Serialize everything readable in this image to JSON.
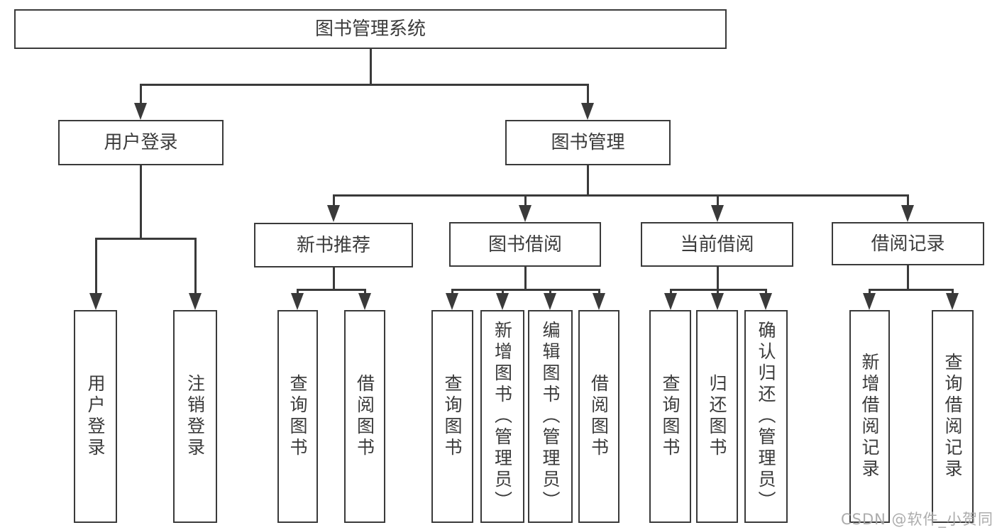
{
  "colors": {
    "line": "#3a3a3a",
    "text": "#3b3b3b",
    "background": "#ffffff",
    "watermark": "#a6a6a6"
  },
  "tree": {
    "root": {
      "label": "图书管理系统"
    },
    "children": [
      {
        "label": "用户登录",
        "children": [
          {
            "label": "用户登录"
          },
          {
            "label": "注销登录"
          }
        ]
      },
      {
        "label": "图书管理",
        "children": [
          {
            "label": "新书推荐",
            "children": [
              {
                "label": "查询图书"
              },
              {
                "label": "借阅图书"
              }
            ]
          },
          {
            "label": "图书借阅",
            "children": [
              {
                "label": "查询图书"
              },
              {
                "label": "新增图书（管理员）"
              },
              {
                "label": "编辑图书（管理员）"
              },
              {
                "label": "借阅图书"
              }
            ]
          },
          {
            "label": "当前借阅",
            "children": [
              {
                "label": "查询图书"
              },
              {
                "label": "归还图书"
              },
              {
                "label": "确认归还（管理员）"
              }
            ]
          },
          {
            "label": "借阅记录",
            "children": [
              {
                "label": "新增借阅记录"
              },
              {
                "label": "查询借阅记录"
              }
            ]
          }
        ]
      }
    ]
  },
  "watermark": {
    "text": "CSDN @软件_小贺同学"
  }
}
